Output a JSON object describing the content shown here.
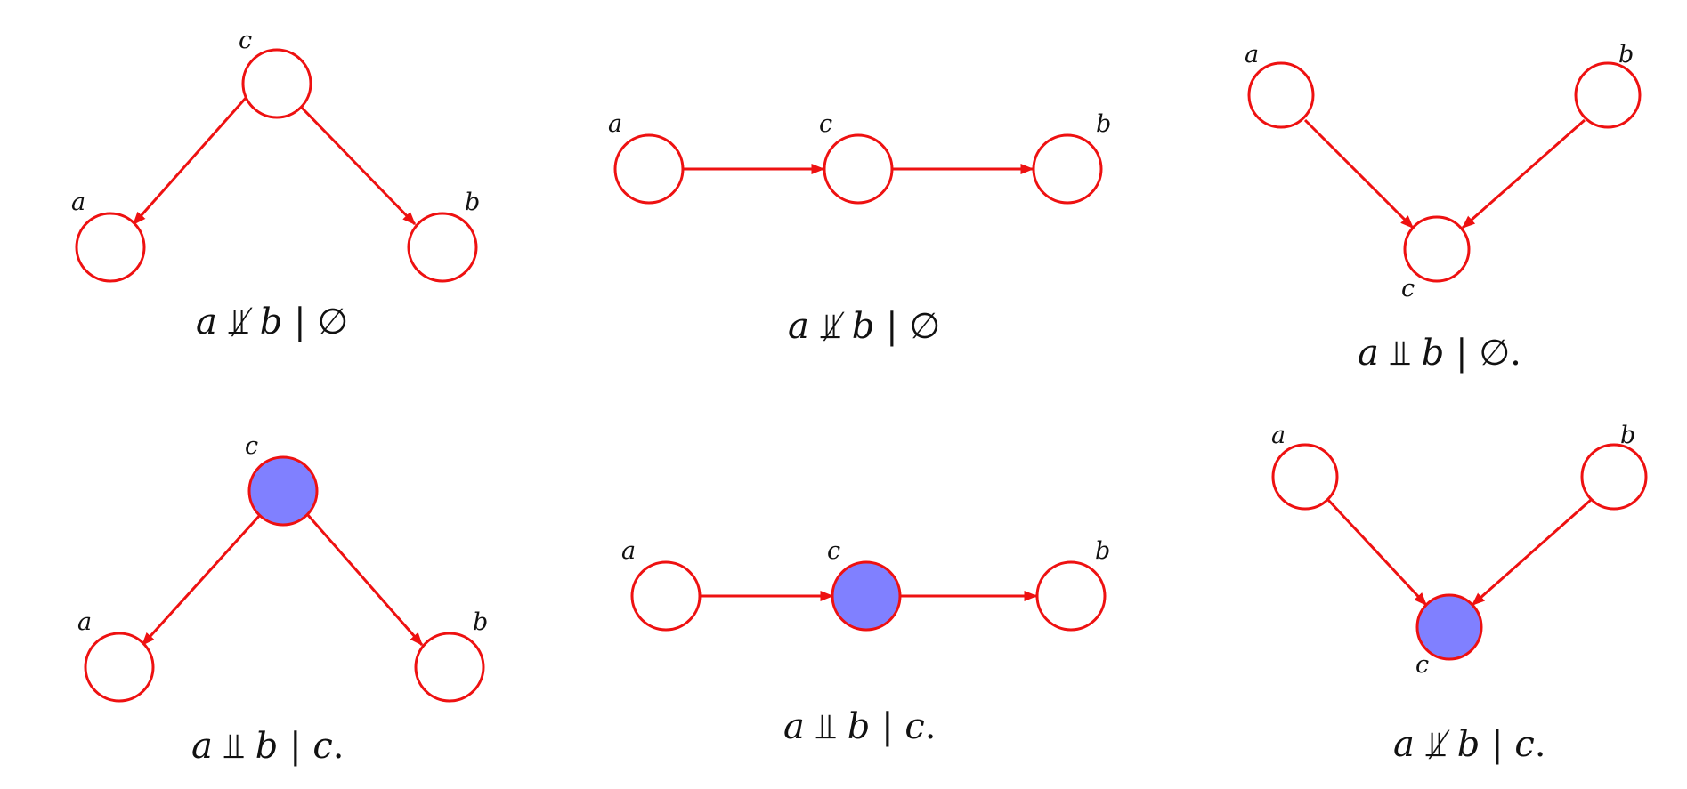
{
  "colors": {
    "edge": "#ee1111",
    "node_stroke": "#ee1111",
    "node_fill": "#ffffff",
    "observed_fill": "#8080ff",
    "text": "#111111"
  },
  "graphs": [
    {
      "structure": "common-cause",
      "observed": [],
      "nodes": [
        {
          "id": "c",
          "label": "c"
        },
        {
          "id": "a",
          "label": "a"
        },
        {
          "id": "b",
          "label": "b"
        }
      ],
      "edges": [
        {
          "from": "c",
          "to": "a"
        },
        {
          "from": "c",
          "to": "b"
        }
      ],
      "caption": {
        "left": "a",
        "relation": "⫫̸",
        "right": "b",
        "bar": "|",
        "given": "∅",
        "end": ""
      }
    },
    {
      "structure": "chain",
      "observed": [],
      "nodes": [
        {
          "id": "a",
          "label": "a"
        },
        {
          "id": "c",
          "label": "c"
        },
        {
          "id": "b",
          "label": "b"
        }
      ],
      "edges": [
        {
          "from": "a",
          "to": "c"
        },
        {
          "from": "c",
          "to": "b"
        }
      ],
      "caption": {
        "left": "a",
        "relation": "⫫̸",
        "right": "b",
        "bar": "|",
        "given": "∅",
        "end": ""
      }
    },
    {
      "structure": "collider",
      "observed": [],
      "nodes": [
        {
          "id": "a",
          "label": "a"
        },
        {
          "id": "b",
          "label": "b"
        },
        {
          "id": "c",
          "label": "c"
        }
      ],
      "edges": [
        {
          "from": "a",
          "to": "c"
        },
        {
          "from": "b",
          "to": "c"
        }
      ],
      "caption": {
        "left": "a",
        "relation": "⫫",
        "right": "b",
        "bar": "|",
        "given": "∅",
        "end": "."
      }
    },
    {
      "structure": "common-cause",
      "observed": [
        "c"
      ],
      "nodes": [
        {
          "id": "c",
          "label": "c"
        },
        {
          "id": "a",
          "label": "a"
        },
        {
          "id": "b",
          "label": "b"
        }
      ],
      "edges": [
        {
          "from": "c",
          "to": "a"
        },
        {
          "from": "c",
          "to": "b"
        }
      ],
      "caption": {
        "left": "a",
        "relation": "⫫",
        "right": "b",
        "bar": "|",
        "given": "c",
        "end": "."
      }
    },
    {
      "structure": "chain",
      "observed": [
        "c"
      ],
      "nodes": [
        {
          "id": "a",
          "label": "a"
        },
        {
          "id": "c",
          "label": "c"
        },
        {
          "id": "b",
          "label": "b"
        }
      ],
      "edges": [
        {
          "from": "a",
          "to": "c"
        },
        {
          "from": "c",
          "to": "b"
        }
      ],
      "caption": {
        "left": "a",
        "relation": "⫫",
        "right": "b",
        "bar": "|",
        "given": "c",
        "end": "."
      }
    },
    {
      "structure": "collider",
      "observed": [
        "c"
      ],
      "nodes": [
        {
          "id": "a",
          "label": "a"
        },
        {
          "id": "b",
          "label": "b"
        },
        {
          "id": "c",
          "label": "c"
        }
      ],
      "edges": [
        {
          "from": "a",
          "to": "c"
        },
        {
          "from": "b",
          "to": "c"
        }
      ],
      "caption": {
        "left": "a",
        "relation": "⫫̸",
        "right": "b",
        "bar": "|",
        "given": "c",
        "end": "."
      }
    }
  ]
}
